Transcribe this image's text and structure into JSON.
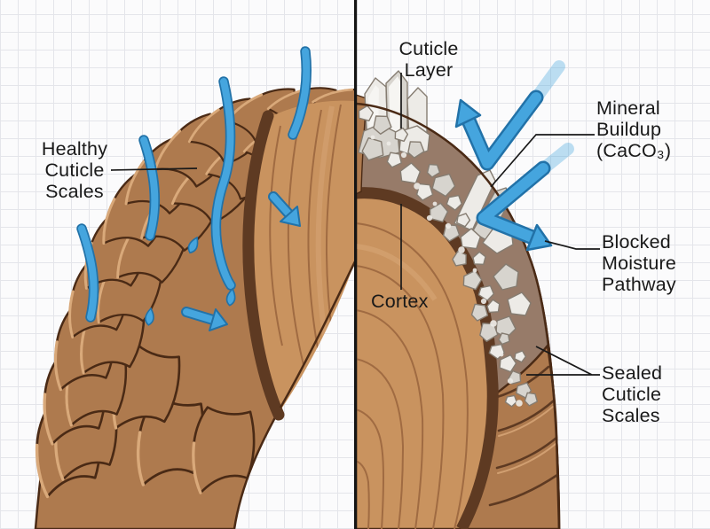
{
  "labels": {
    "healthy_cuticle_scales": "Healthy\nCuticle\nScales",
    "cuticle_layer": "Cuticle\nLayer",
    "mineral_buildup": "Mineral\nBuildup\n(CaCO₃)",
    "cortex": "Cortex",
    "blocked_moisture_pathway": "Blocked\nMoisture\nPathway",
    "sealed_cuticle_scales": "Sealed\nCuticle\nScales"
  },
  "icons": {
    "moisture_arrow": "blue-flow-arrow",
    "blocked_moisture_arrow": "blue-bounce-arrow"
  },
  "colors": {
    "moisture_blue": "#45A5DE",
    "moisture_blue_dark": "#2272A8",
    "moisture_blue_pale": "#BFE0F4",
    "hair_scale_brown": "#AE7A4E",
    "hair_scale_light": "#D9A97A",
    "hair_outline": "#4A2A15",
    "cortex_tan": "#C9935F",
    "cortex_striation": "#A06B42",
    "dark_band_brown": "#5E3A22",
    "crust_brown": "#977B69",
    "crystal_light": "#EDEBE7",
    "crystal_mid": "#D7D4CE",
    "crystal_outline": "#857C71",
    "label_text": "#191919",
    "divider_black": "#141414",
    "grid_line": "#E4E5EA",
    "background": "#FBFBFC"
  }
}
